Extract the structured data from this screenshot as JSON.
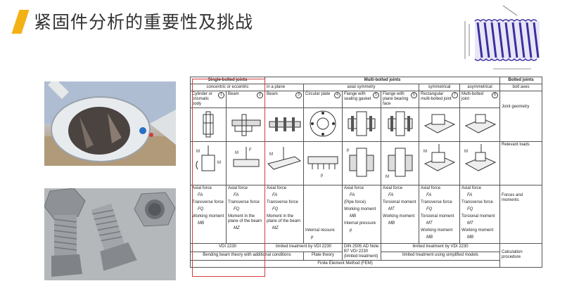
{
  "title": "紧固件分析的重要性及挑战",
  "colors": {
    "accent": "#f2b215",
    "highlight": "#d23a3a"
  },
  "photos": [
    {
      "name": "wind-turbine-failure-photo"
    },
    {
      "name": "broken-bolts-photo"
    }
  ],
  "table": {
    "group_single": "Single-bolted joints",
    "group_multi": "Multi-bolted joints",
    "group_bolted": "Bolted joints",
    "sub_concentric": "concentric or eccentric",
    "sub_in_plane": "in a plane",
    "sub_axial": "axial symmetry",
    "sub_symmetrical": "symmetrical",
    "sub_asymmetrical": "asymmetrical",
    "sub_bolt_axes": "bolt axes",
    "cols": [
      {
        "label": "Cylinder or prismatic body",
        "num": "1"
      },
      {
        "label": "Beam",
        "num": "2"
      },
      {
        "label": "Beam",
        "num": "3"
      },
      {
        "label": "Circular plate",
        "num": "4"
      },
      {
        "label": "Flange with sealing gasket",
        "num": "5"
      },
      {
        "label": "Flange with plane bearing face",
        "num": "6"
      },
      {
        "label": "Rectangular multi-bolted joint",
        "num": "7"
      },
      {
        "label": "Multi-bolted joint",
        "num": "8"
      }
    ],
    "row_geometry": "Joint geometry",
    "row_loads": "Relevant loads",
    "row_forces": "Forces and moments",
    "forces": [
      {
        "items": [
          [
            "Axial force",
            "FA"
          ],
          [
            "Transverse force",
            "FQ"
          ],
          [
            "Working moment",
            "MB"
          ]
        ]
      },
      {
        "items": [
          [
            "Axial force",
            "FA"
          ],
          [
            "Transverse force",
            "FQ"
          ],
          [
            "Moment in the plane of the beam",
            "MZ"
          ]
        ]
      },
      {
        "items": [
          [
            "Axial force",
            "FA"
          ],
          [
            "Transverse force",
            "FQ"
          ],
          [
            "Moment in the plane of the beam",
            "MZ"
          ]
        ]
      },
      {
        "items": [
          [
            "Internal ressure",
            "p"
          ]
        ]
      },
      {
        "items": [
          [
            "Axial force",
            "FA"
          ],
          [
            "(Pipe force)",
            ""
          ],
          [
            "Working moment",
            "MB"
          ],
          [
            "Internal pressure",
            "p"
          ]
        ]
      },
      {
        "items": [
          [
            "Axial force",
            "FA"
          ],
          [
            "Torsional moment",
            "MT"
          ],
          [
            "Working moment",
            "MB"
          ]
        ]
      },
      {
        "items": [
          [
            "Axial force",
            "FA"
          ],
          [
            "Transverse force",
            "FQ"
          ],
          [
            "Torsional moment",
            "MT"
          ],
          [
            "Working moment",
            "MB"
          ]
        ]
      },
      {
        "items": [
          [
            "Axial force",
            "FA"
          ],
          [
            "Transverse force",
            "FQ"
          ],
          [
            "Torsional moment",
            "MT"
          ],
          [
            "Working moment",
            "MB"
          ]
        ]
      }
    ],
    "vdi_a": "VDI 2230",
    "vdi_b": "limited treatment by VDI 2230",
    "vdi_c": "DIN 2505 AD Note B7 VDI 2230 (limited treatment)",
    "vdi_d": "limited treatment by VDI 2230",
    "calc_a": "Bending beam theory with additional conditions",
    "calc_b": "Plate theory",
    "calc_c": "limited treatment using simplified models",
    "calc_label": "Calculation procedure",
    "fem": "Finite Element Method (FEM)"
  }
}
